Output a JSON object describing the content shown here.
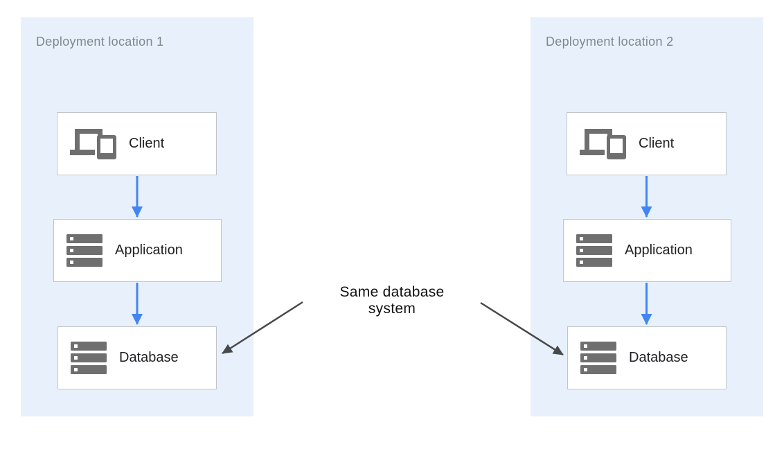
{
  "diagram": {
    "panels": [
      {
        "label": "Deployment location 1",
        "nodes": [
          {
            "label": "Client",
            "icon": "devices-icon"
          },
          {
            "label": "Application",
            "icon": "server-stack-icon"
          },
          {
            "label": "Database",
            "icon": "server-stack-icon"
          }
        ]
      },
      {
        "label": "Deployment location 2",
        "nodes": [
          {
            "label": "Client",
            "icon": "devices-icon"
          },
          {
            "label": "Application",
            "icon": "server-stack-icon"
          },
          {
            "label": "Database",
            "icon": "server-stack-icon"
          }
        ]
      }
    ],
    "annotation": {
      "text": "Same database\nsystem"
    },
    "edges": [
      {
        "from": "Client",
        "to": "Application",
        "panel": "Deployment location 1",
        "style": "blue-arrow"
      },
      {
        "from": "Application",
        "to": "Database",
        "panel": "Deployment location 1",
        "style": "blue-arrow"
      },
      {
        "from": "Client",
        "to": "Application",
        "panel": "Deployment location 2",
        "style": "blue-arrow"
      },
      {
        "from": "Application",
        "to": "Database",
        "panel": "Deployment location 2",
        "style": "blue-arrow"
      },
      {
        "from": "Same database system",
        "to": "Database (location 1)",
        "style": "dark-arrow"
      },
      {
        "from": "Same database system",
        "to": "Database (location 2)",
        "style": "dark-arrow"
      }
    ],
    "colors": {
      "panel_bg": "#e8f1fb",
      "panel_label": "#80868b",
      "box_border": "#c1c5c9",
      "box_text": "#202124",
      "icon_gray": "#6f6f6f",
      "arrow_blue": "#4285f4",
      "arrow_dark": "#48494b",
      "annotation_text": "#111111"
    }
  }
}
